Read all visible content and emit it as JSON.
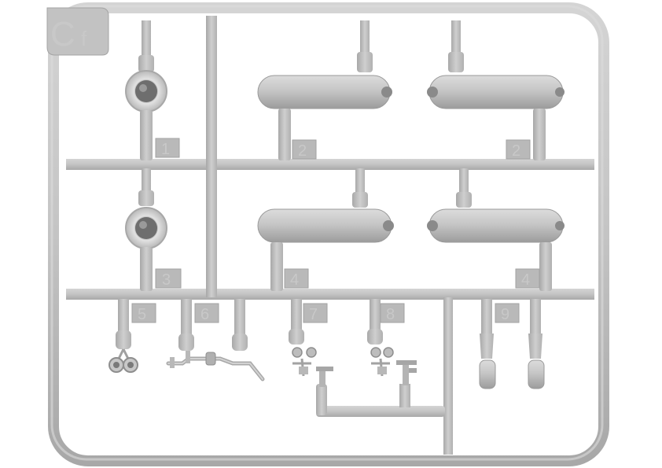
{
  "sprue": {
    "code_letter": "C",
    "code_suffix": "f",
    "part_numbers": [
      "1",
      "2",
      "2",
      "3",
      "4",
      "4",
      "5",
      "6",
      "7",
      "8",
      "9"
    ],
    "colors": {
      "plastic": "#c4c4c4",
      "plastic_light": "#d6d6d6",
      "plastic_dark": "#9e9e9e",
      "tag_bg": "#b8b8b8"
    }
  }
}
